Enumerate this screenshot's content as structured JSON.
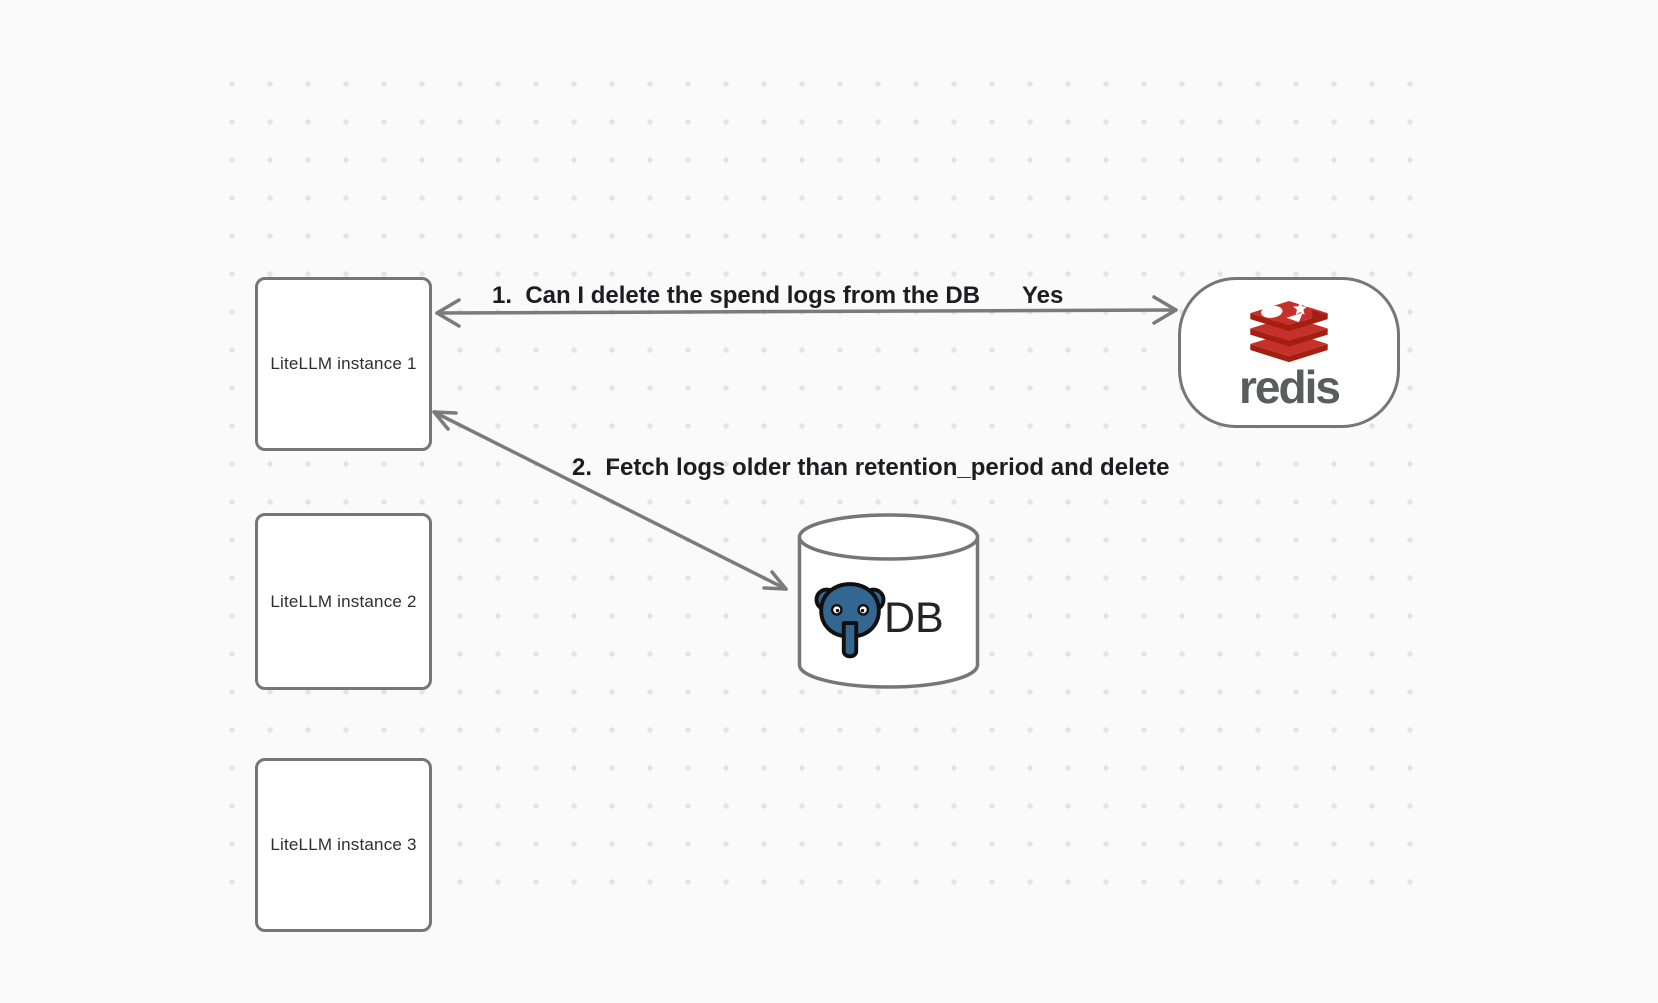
{
  "canvas": {
    "background_color": "#fafafa",
    "dot_color": "#e4e4e6"
  },
  "nodes": {
    "instances": [
      {
        "label": "LiteLLM instance 1"
      },
      {
        "label": "LiteLLM instance 2"
      },
      {
        "label": "LiteLLM instance 3"
      }
    ],
    "redis": {
      "wordmark": "redis"
    },
    "database": {
      "label": "DB"
    }
  },
  "arrows": {
    "redis_roundtrip": {
      "between": [
        "LiteLLM instance 1",
        "redis"
      ],
      "question": "1.  Can I delete the spend logs from the DB",
      "answer": "Yes"
    },
    "db_fetch": {
      "between": [
        "LiteLLM instance 1",
        "DB"
      ],
      "label": "2.  Fetch logs older than retention_period and delete"
    }
  },
  "colors": {
    "shape_stroke": "#767676",
    "arrow_stroke": "#7b7b7b",
    "edge_label_text": "#1d1d1f",
    "box_label_text": "#2e2e2e",
    "redis_red": "#c6302b",
    "redis_dark_red": "#a41e11",
    "redis_wordmark_gray": "#5b5c5e",
    "postgres_blue": "#336791"
  }
}
